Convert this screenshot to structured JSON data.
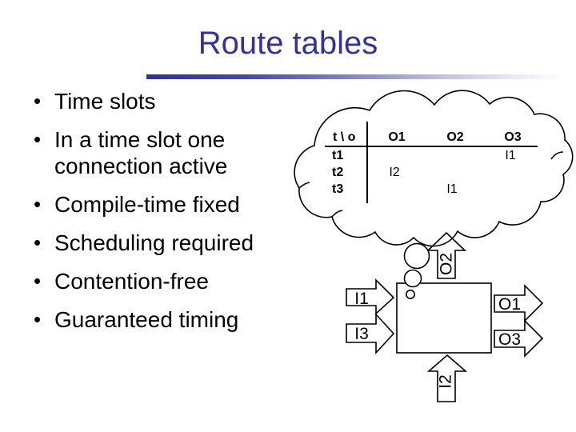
{
  "slide": {
    "title": "Route tables",
    "title_color": "#333397",
    "background_color": "#ffffff",
    "line_color": "#000000"
  },
  "bullets": {
    "marker": "•",
    "items": [
      "Time slots",
      "In a time slot one connection active",
      "Compile-time fixed",
      "Scheduling required",
      "Contention-free",
      "Guaranteed timing"
    ]
  },
  "route_table": {
    "corner_header": "t \\ o",
    "column_headers": [
      "O1",
      "O2",
      "O3"
    ],
    "row_headers": [
      "t1",
      "t2",
      "t3"
    ],
    "cells": [
      [
        "",
        "",
        "I1"
      ],
      [
        "I2",
        "",
        ""
      ],
      [
        "",
        "I1",
        ""
      ]
    ]
  },
  "switch_diagram": {
    "input_arrows": [
      "I1",
      "I3"
    ],
    "bottom_input_arrow": "I2",
    "output_arrows": [
      "O1",
      "O3"
    ],
    "top_output_arrow": "O2"
  }
}
